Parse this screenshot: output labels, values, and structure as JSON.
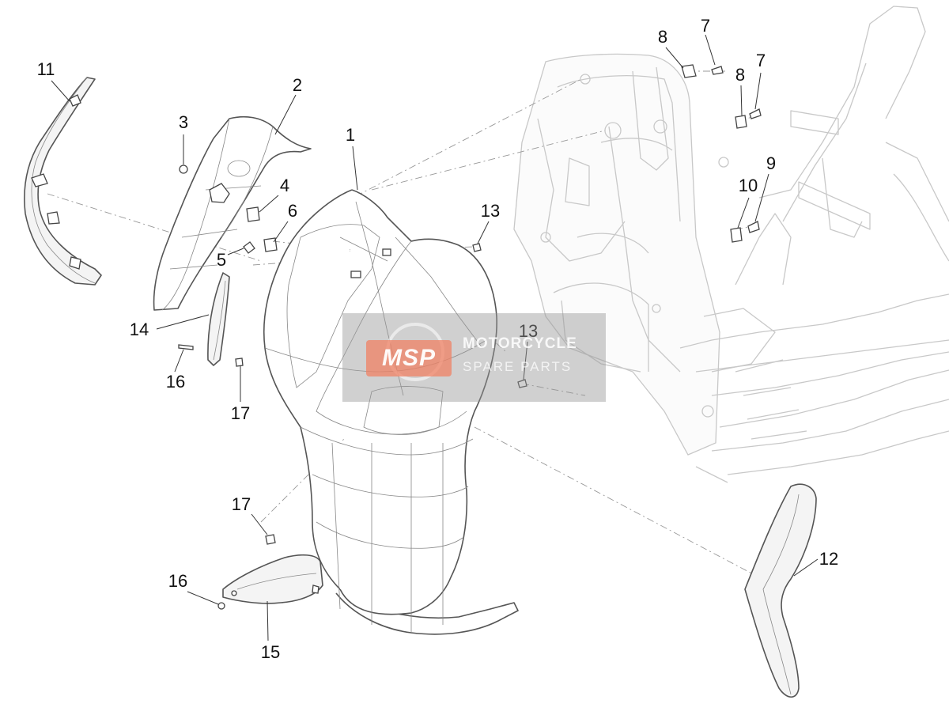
{
  "diagram": {
    "callouts": [
      {
        "id": "1",
        "label": "1"
      },
      {
        "id": "2",
        "label": "2"
      },
      {
        "id": "3",
        "label": "3"
      },
      {
        "id": "4",
        "label": "4"
      },
      {
        "id": "5",
        "label": "5"
      },
      {
        "id": "6",
        "label": "6"
      },
      {
        "id": "7a",
        "label": "7"
      },
      {
        "id": "7b",
        "label": "7"
      },
      {
        "id": "8a",
        "label": "8"
      },
      {
        "id": "8b",
        "label": "8"
      },
      {
        "id": "9",
        "label": "9"
      },
      {
        "id": "10",
        "label": "10"
      },
      {
        "id": "11",
        "label": "11"
      },
      {
        "id": "12",
        "label": "12"
      },
      {
        "id": "13a",
        "label": "13"
      },
      {
        "id": "13b",
        "label": "13"
      },
      {
        "id": "14",
        "label": "14"
      },
      {
        "id": "15",
        "label": "15"
      },
      {
        "id": "16a",
        "label": "16"
      },
      {
        "id": "16b",
        "label": "16"
      },
      {
        "id": "17a",
        "label": "17"
      },
      {
        "id": "17b",
        "label": "17"
      }
    ]
  },
  "watermark": {
    "badge": "MSP",
    "line1": "MOTORCYCLE",
    "line2": "SPARE PARTS"
  }
}
